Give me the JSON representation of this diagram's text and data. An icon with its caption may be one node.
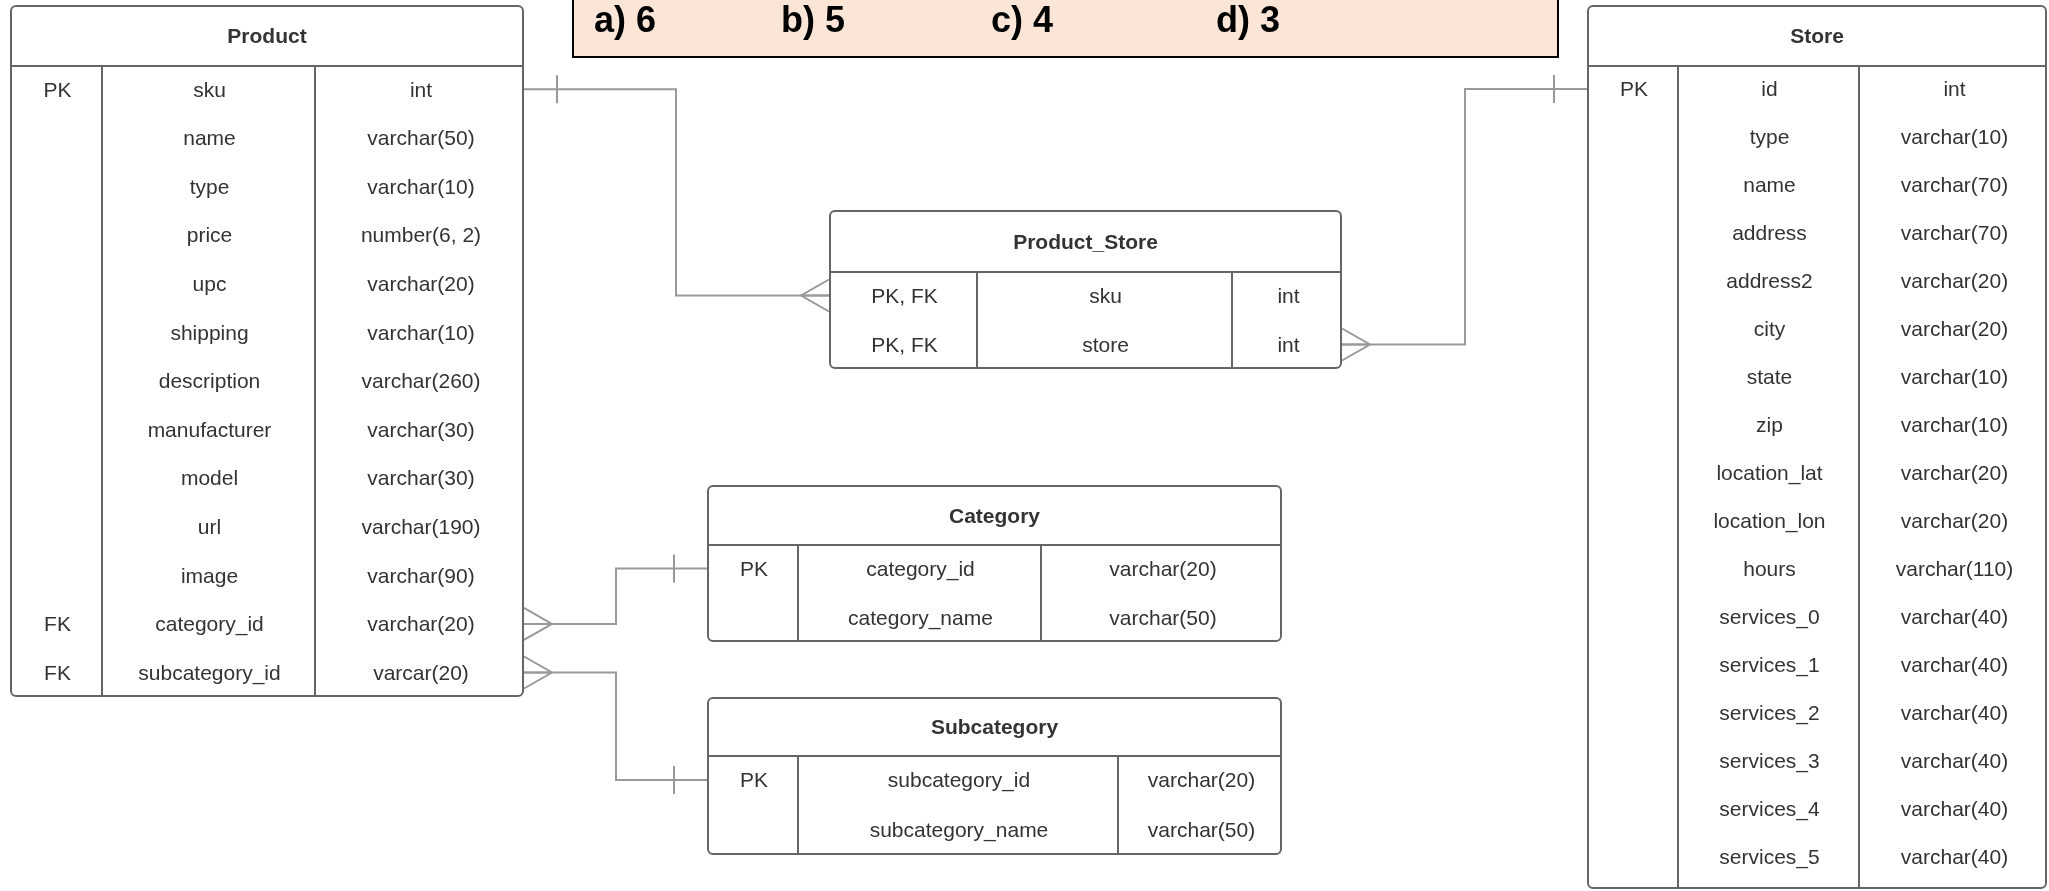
{
  "diagram": {
    "nodes": [
      {
        "text": [
          "Product",
          "PK",
          "sku",
          "int",
          "name",
          "varchar(50)",
          "type",
          "varchar(10)",
          "price",
          "number(6, 2)",
          "upc",
          "varchar(20)",
          "shipping",
          "varchar(10)",
          "description",
          "varchar(260)",
          "manufacturer",
          "varchar(30)",
          "model",
          "varchar(30)",
          "url",
          "varchar(190)",
          "image",
          "varchar(90)",
          "FK",
          "category_id",
          "varchar(20)",
          "FK",
          "subcategory_id",
          "varcar(20)"
        ]
      },
      {
        "text": [
          "a) 6",
          "b) 5",
          "c) 4",
          "d) 3"
        ]
      },
      {
        "text": [
          "Store",
          "PK",
          "id",
          "int",
          "type",
          "varchar(10)",
          "name",
          "varchar(70)",
          "address",
          "varchar(70)",
          "address2",
          "varchar(20)",
          "city",
          "varchar(20)",
          "state",
          "varchar(10)",
          "zip",
          "varchar(10)",
          "location_lat",
          "varchar(20)",
          "location_lon",
          "varchar(20)",
          "hours",
          "varchar(110)",
          "services_0",
          "varchar(40)",
          "services_1",
          "varchar(40)",
          "services_2",
          "varchar(40)",
          "services_3",
          "varchar(40)",
          "services_4",
          "varchar(40)",
          "services_5",
          "varchar(40)"
        ]
      },
      {
        "text": [
          "Product_Store",
          "PK, FK",
          "sku",
          "int",
          "PK, FK",
          "store",
          "int"
        ]
      },
      {
        "text": [
          "Category",
          "PK",
          "category_id",
          "varchar(20)",
          "category_name",
          "varchar(50)"
        ]
      },
      {
        "text": [
          "Subcategory",
          "PK",
          "subcategory_id",
          "varchar(20)",
          "subcategory_name",
          "varchar(50)"
        ]
      }
    ],
    "edges": [
      {
        "from": 0,
        "to": 3,
        "arrow": "other"
      },
      {
        "from": 2,
        "to": 3,
        "arrow": "other"
      },
      {
        "from": 4,
        "to": 0,
        "arrow": "other"
      },
      {
        "from": 5,
        "to": 0,
        "arrow": "other"
      }
    ]
  }
}
